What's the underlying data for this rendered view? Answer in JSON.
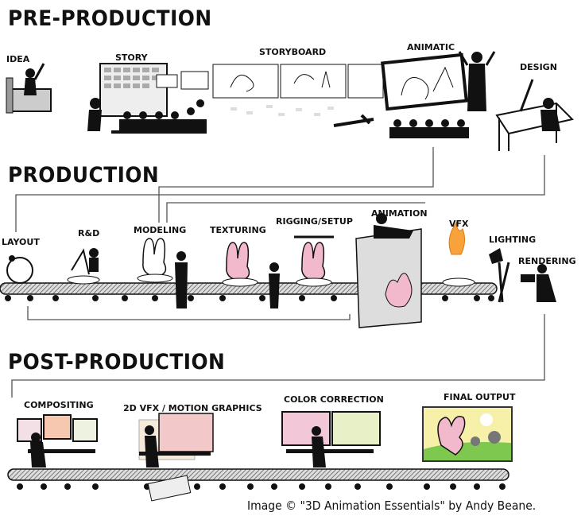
{
  "sections": {
    "pre_production": {
      "title": "PRE-PRODUCTION",
      "stages": [
        "IDEA",
        "STORY",
        "STORYBOARD",
        "ANIMATIC",
        "DESIGN"
      ]
    },
    "production": {
      "title": "PRODUCTION",
      "stages": [
        "LAYOUT",
        "R&D",
        "MODELING",
        "TEXTURING",
        "RIGGING/SETUP",
        "ANIMATION",
        "VFX",
        "LIGHTING",
        "RENDERING"
      ]
    },
    "post_production": {
      "title": "POST-PRODUCTION",
      "stages": [
        "COMPOSITING",
        "2D VFX / MOTION GRAPHICS",
        "COLOR CORRECTION",
        "FINAL OUTPUT"
      ]
    }
  },
  "credit": "Image © \"3D Animation Essentials\" by Andy Beane.",
  "colors": {
    "ink": "#111111",
    "rabbit_pink": "#f2b8cc",
    "final_bg": "#f7f0a8",
    "fire": "#f7a23a"
  }
}
